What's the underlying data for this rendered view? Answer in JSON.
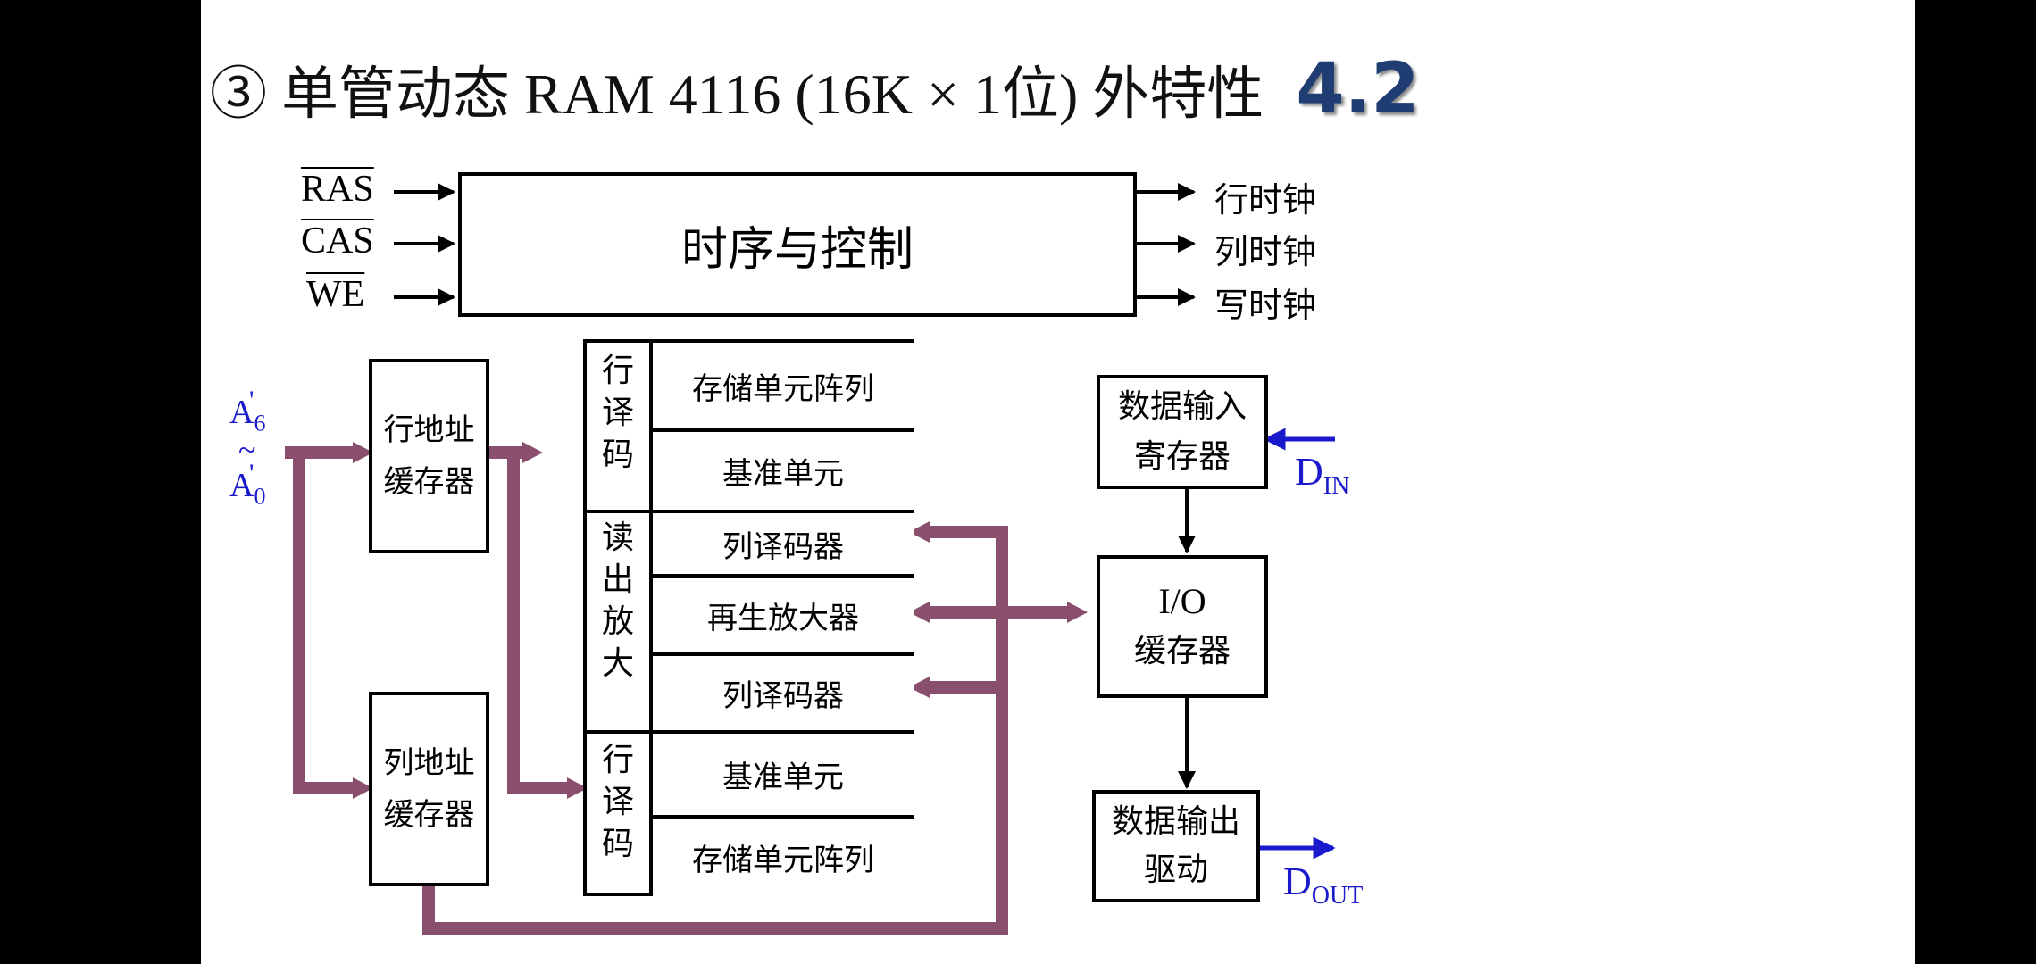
{
  "title": {
    "text": "③ 单管动态 RAM 4116 (16K × 1位) 外特性",
    "section": "4.2"
  },
  "control": {
    "label": "时序与控制",
    "inputs": [
      "RAS",
      "CAS",
      "WE"
    ],
    "outputs": [
      "行时钟",
      "列时钟",
      "写时钟"
    ]
  },
  "address": {
    "a_top": "A",
    "a_top_sub": "6",
    "tilde": "~",
    "a_bottom": "A",
    "a_bottom_sub": "0",
    "prime": "'"
  },
  "row_buffer": {
    "line1": "行地址",
    "line2": "缓存器"
  },
  "col_buffer": {
    "line1": "列地址",
    "line2": "缓存器"
  },
  "array": {
    "row_decoder_top": "行译码",
    "sense_amp": "读出放大",
    "row_decoder_bottom": "行译码",
    "cells": [
      "存储单元阵列",
      "基准单元",
      "列译码器",
      "再生放大器",
      "列译码器",
      "基准单元",
      "存储单元阵列"
    ]
  },
  "data_in_reg": {
    "line1": "数据输入",
    "line2": "寄存器"
  },
  "io_buffer": {
    "line1": "I/O",
    "line2": "缓存器"
  },
  "data_out_drv": {
    "line1": "数据输出",
    "line2": "驱动"
  },
  "din": {
    "main": "D",
    "sub": "IN"
  },
  "dout": {
    "main": "D",
    "sub": "OUT"
  },
  "colors": {
    "bus": "#8b4f6e",
    "signal_blue": "#1a1acc",
    "title_blue": "#1f3c73"
  }
}
